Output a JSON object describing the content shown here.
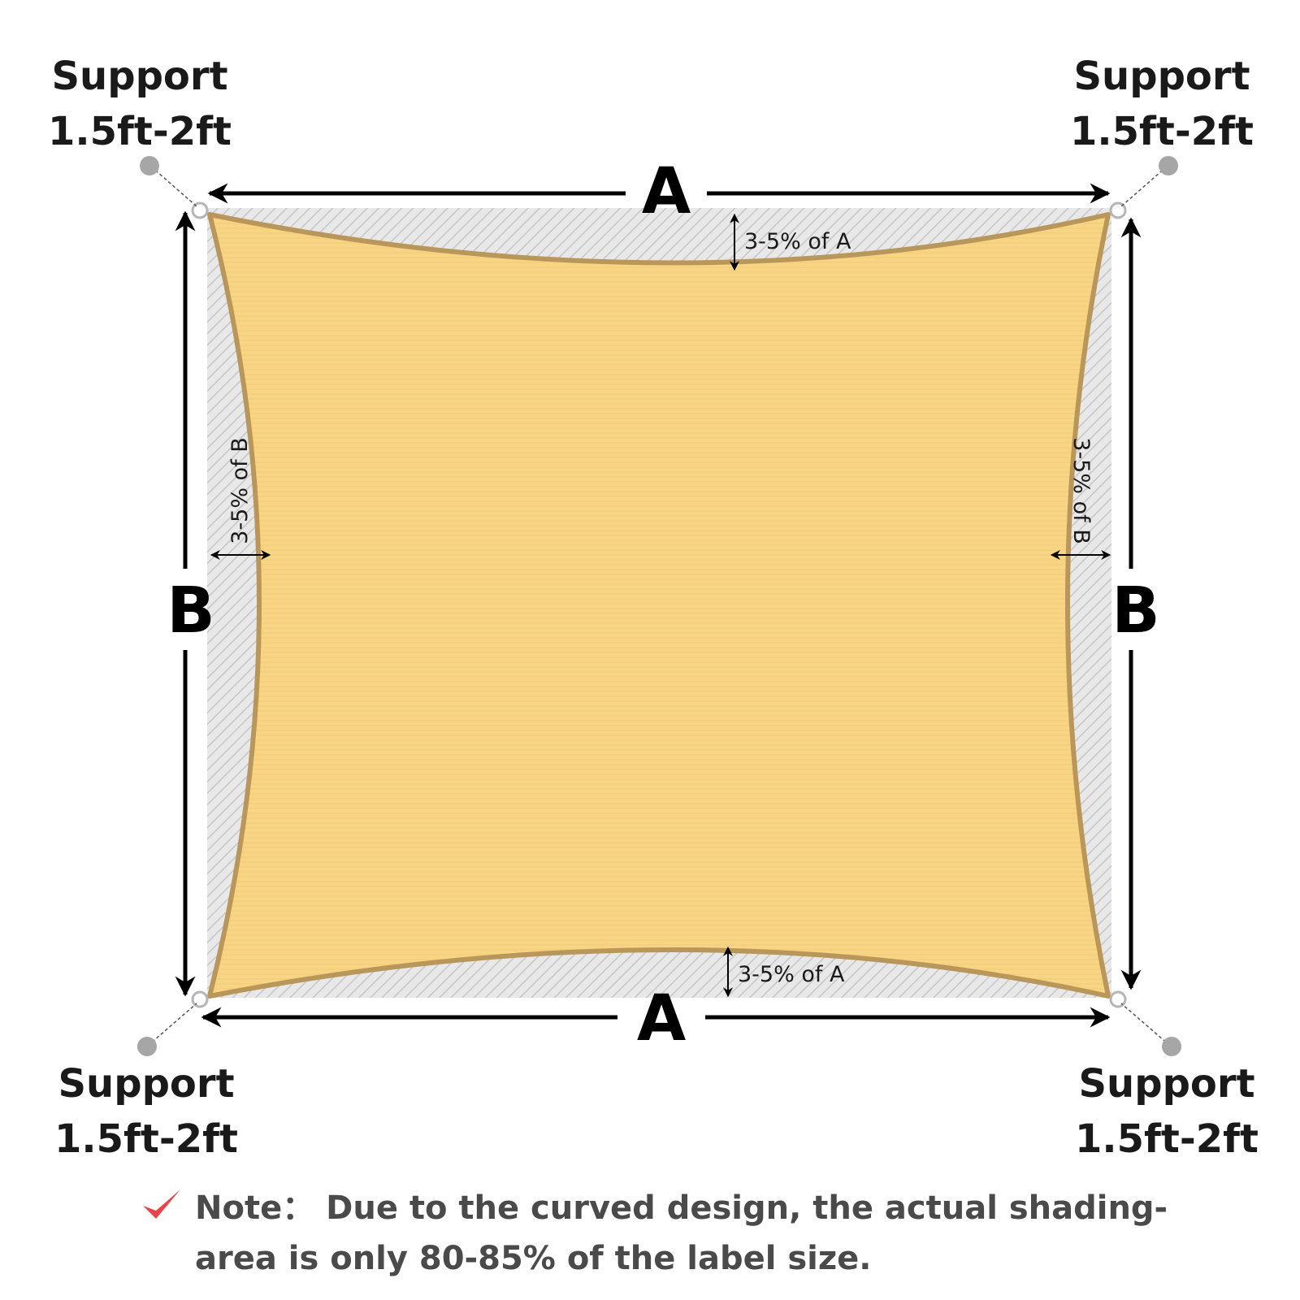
{
  "supports": {
    "top_left": {
      "title": "Support",
      "range": "1.5ft-2ft"
    },
    "top_right": {
      "title": "Support",
      "range": "1.5ft-2ft"
    },
    "bottom_left": {
      "title": "Support",
      "range": "1.5ft-2ft"
    },
    "bottom_right": {
      "title": "Support",
      "range": "1.5ft-2ft"
    }
  },
  "dimensions": {
    "top": "A",
    "bottom": "A",
    "left": "B",
    "right": "B"
  },
  "sag": {
    "top": "3-5% of A",
    "bottom": "3-5% of A",
    "left": "3-5% of B",
    "right": "3-5% of B"
  },
  "note": {
    "prefix": "Note：",
    "text": " Due to the curved design, the actual shading-area is only 80-85% of the label size."
  },
  "colors": {
    "sail": "#f7d584",
    "sail_edge": "#b9975b",
    "hatch_bg": "#e8e8e8",
    "hatch_line": "#c8c8c8",
    "support_dot": "#a6a6a6",
    "check": "#e8454b",
    "note_text": "#4a4a4a"
  }
}
